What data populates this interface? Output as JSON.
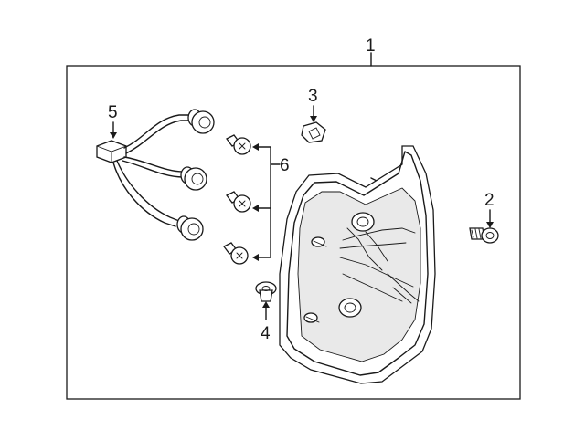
{
  "diagram": {
    "callouts": [
      "1",
      "2",
      "3",
      "4",
      "5",
      "6"
    ]
  }
}
